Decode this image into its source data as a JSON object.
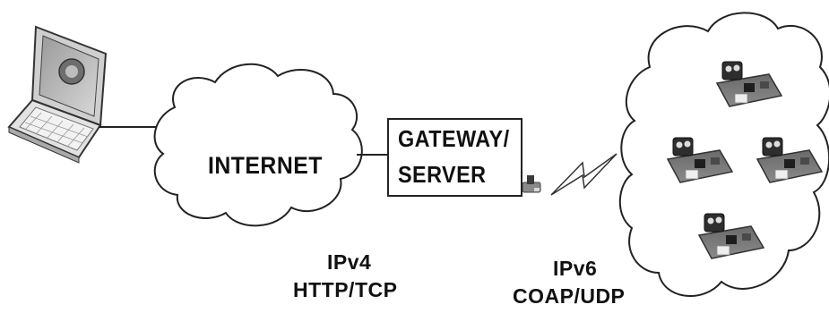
{
  "diagram": {
    "cloud_label": "INTERNET",
    "gateway_label_line1": "GATEWAY/",
    "gateway_label_line2": "SERVER",
    "left_protocol_line1": "IPv4",
    "left_protocol_line2": "HTTP/TCP",
    "right_protocol_line1": "IPv6",
    "right_protocol_line2": "COAP/UDP",
    "sensor_node_count": 4
  }
}
